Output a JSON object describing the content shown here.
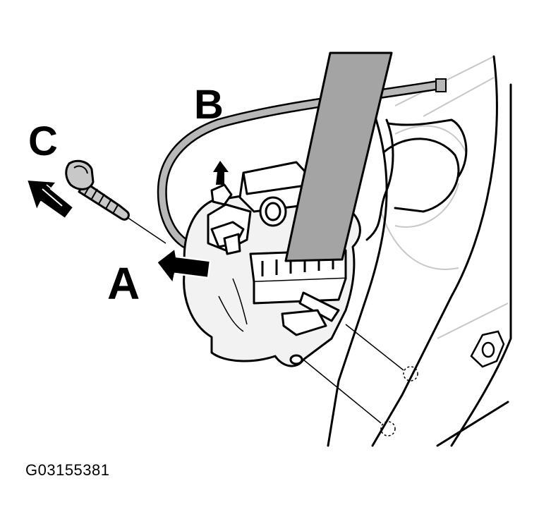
{
  "callouts": {
    "a": "A",
    "b": "B",
    "c": "C"
  },
  "figure_code": "G03155381",
  "colors": {
    "ink": "#000000",
    "strap": "#a4a4a4",
    "light_line": "#c8c8c8",
    "body_fill": "#f2f2f2",
    "paper": "#ffffff"
  }
}
